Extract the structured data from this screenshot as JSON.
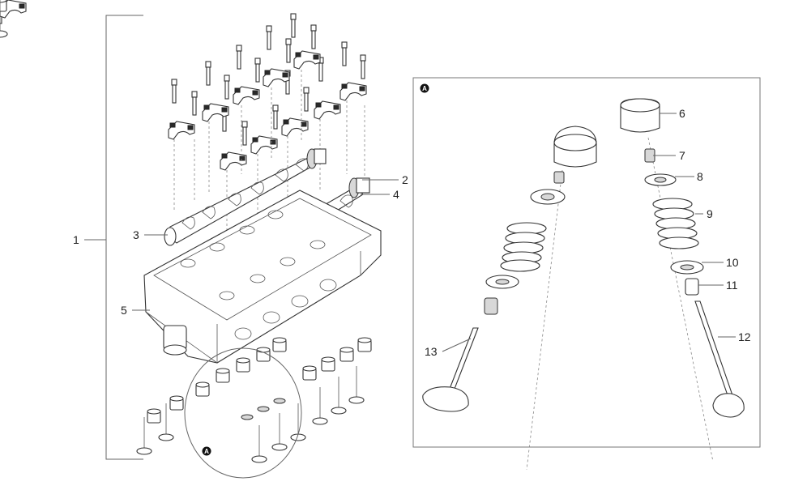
{
  "diagram": {
    "detail_marker": "A",
    "labels": [
      {
        "id": "1",
        "text": "1"
      },
      {
        "id": "2",
        "text": "2"
      },
      {
        "id": "3",
        "text": "3"
      },
      {
        "id": "4",
        "text": "4"
      },
      {
        "id": "5",
        "text": "5"
      },
      {
        "id": "6",
        "text": "6"
      },
      {
        "id": "7",
        "text": "7"
      },
      {
        "id": "8",
        "text": "8"
      },
      {
        "id": "9",
        "text": "9"
      },
      {
        "id": "10",
        "text": "10"
      },
      {
        "id": "11",
        "text": "11"
      },
      {
        "id": "12",
        "text": "12"
      },
      {
        "id": "13",
        "text": "13"
      }
    ]
  }
}
